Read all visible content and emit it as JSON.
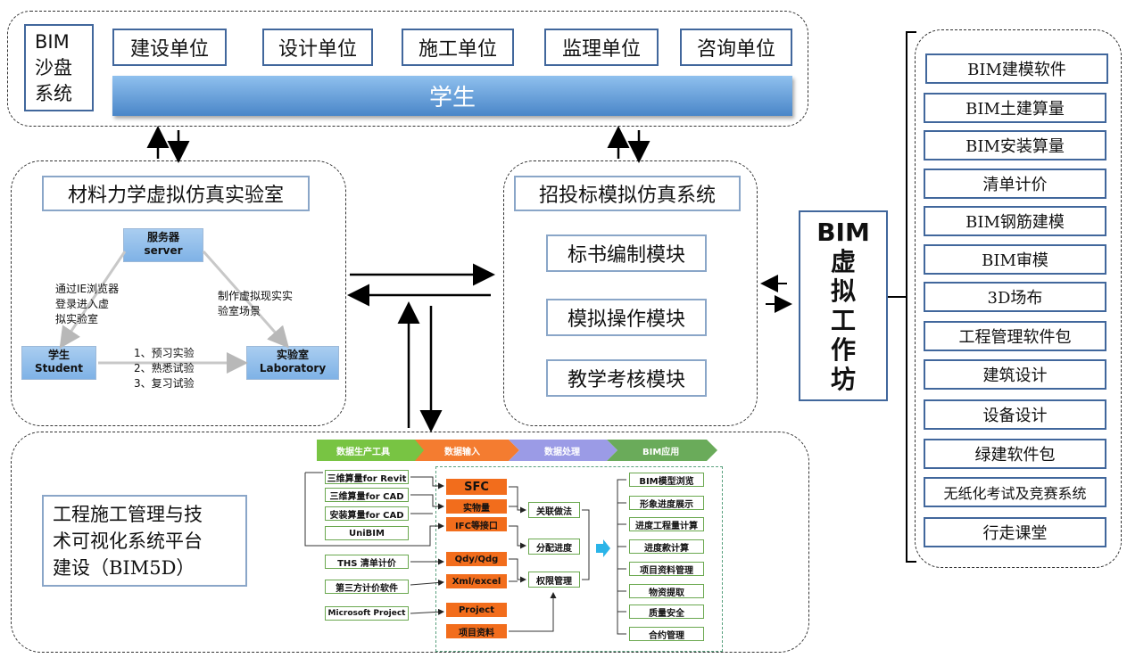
{
  "top": {
    "bim_sandbox": [
      "BIM",
      "沙盘",
      "系统"
    ],
    "units": [
      "建设单位",
      "设计单位",
      "施工单位",
      "监理单位",
      "咨询单位"
    ],
    "student_bar": "学生"
  },
  "lab": {
    "title": "材料力学虚拟仿真实验室",
    "server": [
      "服务器",
      "server"
    ],
    "student": [
      "学生",
      "Student"
    ],
    "laboratory": [
      "实验室",
      "Laboratory"
    ],
    "left_note": [
      "通过IE浏览器",
      "登录进入虚",
      "拟实验室"
    ],
    "right_note": [
      "制作虚拟现实实",
      "验室场景"
    ],
    "steps": [
      "1、预习实验",
      "2、熟悉试验",
      "3、复习试验"
    ]
  },
  "bidding": {
    "title": "招投标模拟仿真系统",
    "modules": [
      "标书编制模块",
      "模拟操作模块",
      "教学考核模块"
    ]
  },
  "workshop": {
    "chars": [
      "BIM",
      "虚",
      "拟",
      "工",
      "作",
      "坊"
    ]
  },
  "workshop_list": [
    "BIM建模软件",
    "BIM土建算量",
    "BIM安装算量",
    "清单计价",
    "BIM钢筋建模",
    "BIM审模",
    "3D场布",
    "工程管理软件包",
    "建筑设计",
    "设备设计",
    "绿建软件包",
    "无纸化考试及竞赛系统",
    "行走课堂"
  ],
  "bim5d": {
    "title": [
      "工程施工管理与技",
      "术可视化系统平台",
      "建设（BIM5D）"
    ],
    "header_tabs": [
      "数据生产工具",
      "数据输入",
      "数据处理",
      "BIM应用"
    ],
    "tools": [
      "三维算量for Revit",
      "三维算量for CAD",
      "安装算量for CAD",
      "UniBIM",
      "THS 清单计价",
      "第三方计价软件",
      "Microsoft Project"
    ],
    "inputs": [
      "SFC",
      "实物量",
      "IFC等接口",
      "Qdy/Qdg",
      "Xml/excel",
      "Project",
      "项目资料"
    ],
    "process": [
      "关联做法",
      "分配进度",
      "权限管理"
    ],
    "apps": [
      "BIM模型浏览",
      "形象进度展示",
      "进度工程量计算",
      "进度款计算",
      "项目资料管理",
      "物资提取",
      "质量安全",
      "合约管理"
    ]
  },
  "colors": {
    "accent_blue": "#41679c",
    "student_bar": "#5b9bd5",
    "tab_green": "#78c443",
    "tab_orange": "#f47c30",
    "tab_purple": "#9b9be6",
    "tab_darkgreen": "#6aab5a",
    "input_orange": "#f26d1c"
  }
}
